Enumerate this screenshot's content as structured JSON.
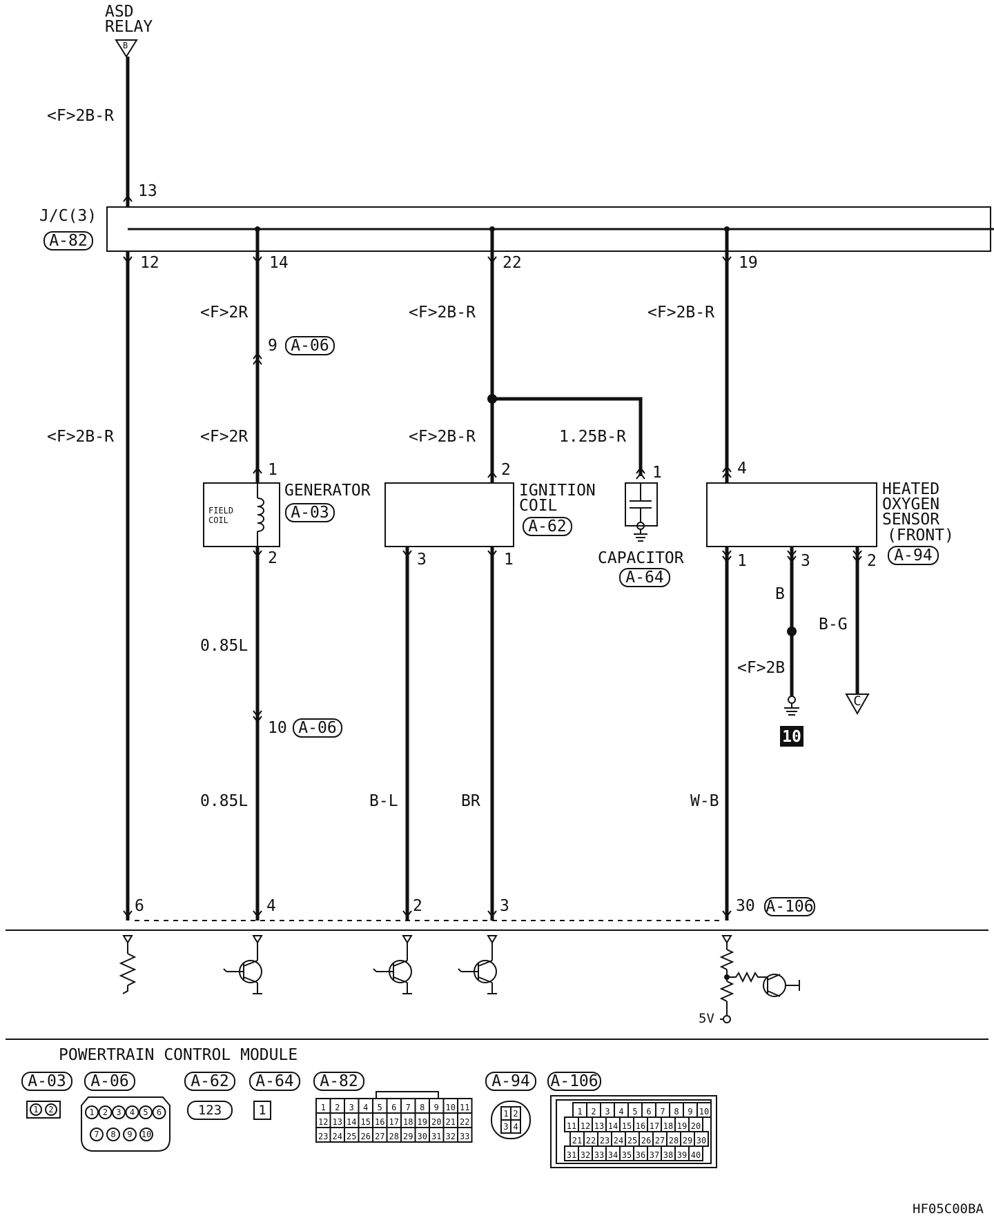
{
  "asd_relay": {
    "line1": "ASD",
    "line2": "RELAY",
    "connector_letter": "B"
  },
  "jc": {
    "name": "J/C(3)",
    "connector": "A-82",
    "pins": {
      "in": "13",
      "p1": "12",
      "p2": "14",
      "p3": "22",
      "p4": "19"
    }
  },
  "wires": {
    "asd_top": "<F>2B-R",
    "left_long": "<F>2B-R",
    "gen_feed_upper": "<F>2R",
    "gen_feed_lower": "<F>2R",
    "gen_out_upper": "0.85L",
    "gen_out_lower": "0.85L",
    "ign_feed_upper": "<F>2B-R",
    "ign_feed_lower": "<F>2B-R",
    "cap_feed": "1.25B-R",
    "o2_feed": "<F>2B-R",
    "ign_out3": "B-L",
    "ign_out1": "BR",
    "o2_out1": "W-B",
    "o2_out3": "B",
    "o2_ground": "<F>2B",
    "o2_out2": "B-G"
  },
  "splices": {
    "upper": {
      "pin": "9",
      "connector": "A-06"
    },
    "lower": {
      "pin": "10",
      "connector": "A-06"
    }
  },
  "generator": {
    "name": "GENERATOR",
    "connector": "A-03",
    "inner_line1": "FIELD",
    "inner_line2": "COIL",
    "pin_in": "1",
    "pin_out": "2"
  },
  "ignition_coil": {
    "line1": "IGNITION",
    "line2": "COIL",
    "connector": "A-62",
    "pin_in": "2",
    "pin_out_a": "3",
    "pin_out_b": "1"
  },
  "capacitor": {
    "name": "CAPACITOR",
    "connector": "A-64",
    "pin": "1"
  },
  "o2_sensor": {
    "line1": "HEATED",
    "line2": "OXYGEN",
    "line3": "SENSOR",
    "line4": "(FRONT)",
    "connector": "A-94",
    "pin_in": "4",
    "pin_out_a": "1",
    "pin_out_b": "3",
    "pin_out_c": "2",
    "c_letter": "C"
  },
  "ground_id": "10",
  "pcm": {
    "name": "POWERTRAIN CONTROL MODULE",
    "connector": "A-106",
    "pins": {
      "p6": "6",
      "p4": "4",
      "p2": "2",
      "p3": "3",
      "p30": "30"
    },
    "voltage": "5V"
  },
  "connector_legend": [
    {
      "id": "A-03",
      "pins": [
        "1",
        "2"
      ]
    },
    {
      "id": "A-06",
      "rows": [
        [
          "1",
          "2",
          "3",
          "4",
          "5",
          "6"
        ],
        [
          "7",
          "8",
          "9",
          "10"
        ]
      ]
    },
    {
      "id": "A-62",
      "pins": [
        "1",
        "2",
        "3"
      ]
    },
    {
      "id": "A-64",
      "pins": [
        "1"
      ]
    },
    {
      "id": "A-82",
      "rows": [
        [
          "1",
          "2",
          "3",
          "4",
          "5",
          "6",
          "7",
          "8",
          "9",
          "10",
          "11"
        ],
        [
          "12",
          "13",
          "14",
          "15",
          "16",
          "17",
          "18",
          "19",
          "20",
          "21",
          "22"
        ],
        [
          "23",
          "24",
          "25",
          "26",
          "27",
          "28",
          "29",
          "30",
          "31",
          "32",
          "33"
        ]
      ]
    },
    {
      "id": "A-94",
      "pins": [
        "1",
        "2",
        "3",
        "4"
      ]
    },
    {
      "id": "A-106",
      "rows": [
        [
          "1",
          "2",
          "3",
          "4",
          "5",
          "6",
          "7",
          "8",
          "9",
          "10"
        ],
        [
          "11",
          "12",
          "13",
          "14",
          "15",
          "16",
          "17",
          "18",
          "19",
          "20"
        ],
        [
          "21",
          "22",
          "23",
          "24",
          "25",
          "26",
          "27",
          "28",
          "29",
          "30"
        ],
        [
          "31",
          "32",
          "33",
          "34",
          "35",
          "36",
          "37",
          "38",
          "39",
          "40"
        ]
      ]
    }
  ],
  "figure_code": "HF05C00BA"
}
